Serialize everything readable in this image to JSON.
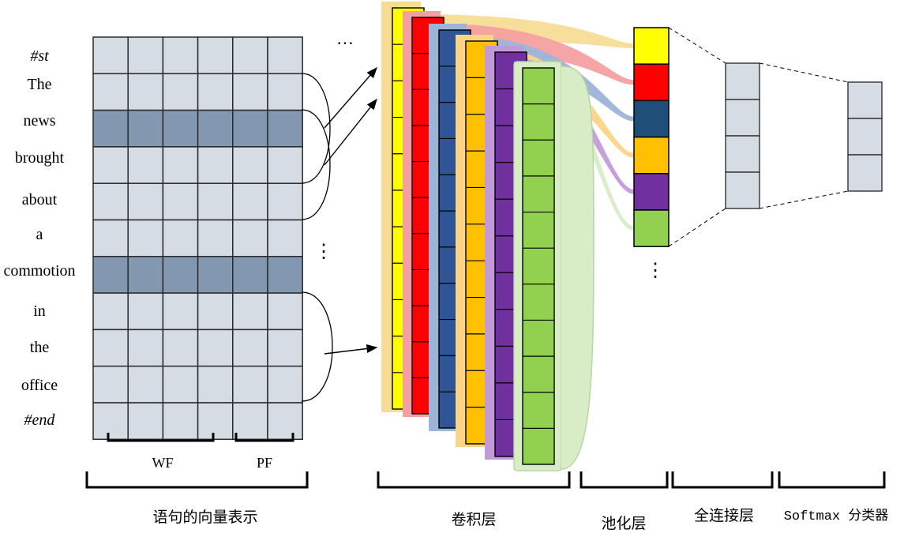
{
  "sentence_words": [
    {
      "text": "#st",
      "italic": true
    },
    {
      "text": "The",
      "italic": false
    },
    {
      "text": "news",
      "italic": false
    },
    {
      "text": "brought",
      "italic": false
    },
    {
      "text": "about",
      "italic": false
    },
    {
      "text": "a",
      "italic": false
    },
    {
      "text": "commotion",
      "italic": false
    },
    {
      "text": "in",
      "italic": false
    },
    {
      "text": "the",
      "italic": false
    },
    {
      "text": "office",
      "italic": false
    },
    {
      "text": "#end",
      "italic": true
    }
  ],
  "feature_labels": {
    "wf": "WF",
    "pf": "PF"
  },
  "ellipsis": "…",
  "vertical_ellipsis": "⋮",
  "section_labels": {
    "sentence_vector": "语句的向量表示",
    "conv_layer": "卷积层",
    "pooling_layer": "池化层",
    "fc_layer": "全连接层",
    "softmax": "Softmax 分类器"
  },
  "colors": {
    "cell": "#d6dce4",
    "cell_highlight": "#8497b0",
    "map_colors": [
      "#ffff00",
      "#ff0000",
      "#2f5597",
      "#ffc000",
      "#7030a0",
      "#92d050"
    ],
    "map_halos": [
      "#f8dc96",
      "#f4a0a0",
      "#9db4d9",
      "#fbd486",
      "#c39ad9",
      "#d8ecc6"
    ],
    "pool_colors": [
      "#ffff00",
      "#ff0000",
      "#1f4e79",
      "#ffc000",
      "#7030a0",
      "#92d050"
    ]
  }
}
